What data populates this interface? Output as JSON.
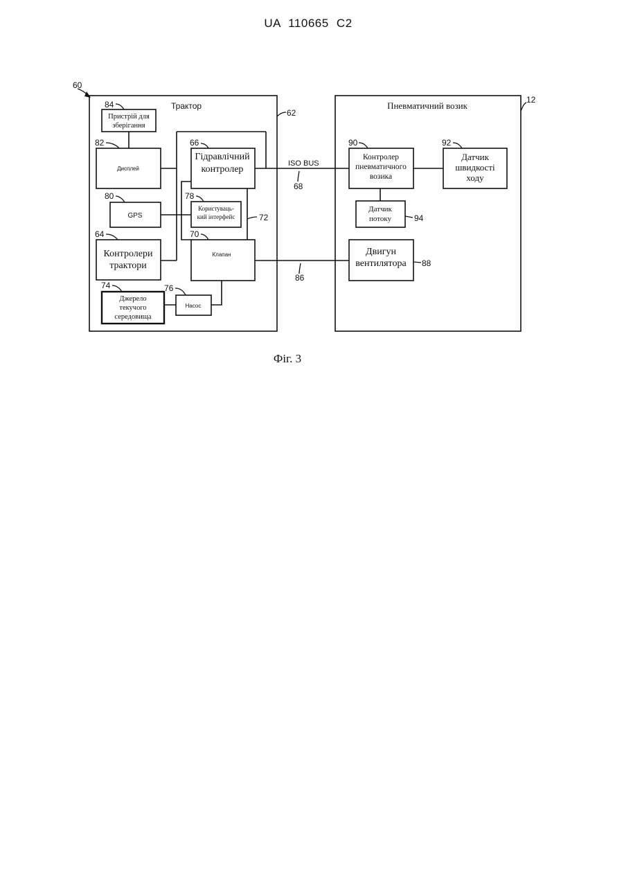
{
  "header": {
    "patent_number": "UA 110665 C2"
  },
  "figure": {
    "caption": "Фіг. 3"
  },
  "tractor": {
    "ref": "60",
    "title": "Трактор",
    "box_ref": "62",
    "storage": {
      "ref": "84",
      "label_lines": [
        "Пристрій для",
        "зберігання"
      ]
    },
    "display": {
      "ref": "82",
      "label": "Дисплей"
    },
    "gps": {
      "ref": "80",
      "label": "GPS"
    },
    "tractor_controllers": {
      "ref": "64",
      "label_lines": [
        "Контролери",
        "трактори"
      ]
    },
    "fluid_source": {
      "ref": "74",
      "label_lines": [
        "Джерело",
        "текучого",
        "середовища"
      ]
    },
    "pump": {
      "ref": "76",
      "label": "Насос"
    },
    "hydraulic_controller": {
      "ref": "66",
      "label_lines": [
        "Гідравлічний",
        "контролер"
      ]
    },
    "user_interface": {
      "ref": "78",
      "label_lines": [
        "Користуваць-",
        "кий інтерфейс"
      ]
    },
    "valve": {
      "ref": "70",
      "label": "Клапан"
    },
    "hydraulic_link_ref": "72"
  },
  "links": {
    "isobus": {
      "label": "ISO BUS",
      "ref": "68"
    },
    "fan_line": {
      "ref": "86"
    }
  },
  "cart": {
    "ref": "12",
    "title": "Пневматичний возик",
    "cart_controller": {
      "ref": "90",
      "label_lines": [
        "Контролер",
        "пневматичного",
        "возика"
      ]
    },
    "speed_sensor": {
      "ref": "92",
      "label_lines": [
        "Датчик",
        "швидкості",
        "ходу"
      ]
    },
    "flow_sensor": {
      "ref": "94",
      "label_lines": [
        "Датчик",
        "потоку"
      ]
    },
    "fan_motor": {
      "ref": "88",
      "label_lines": [
        "Двигун",
        "вентилятора"
      ]
    }
  }
}
